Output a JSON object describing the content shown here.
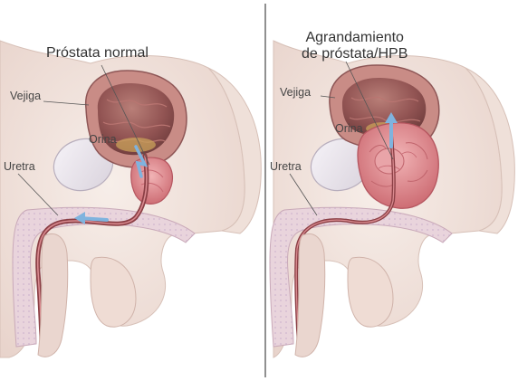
{
  "panels": {
    "left": {
      "title": "Próstata normal",
      "labels": {
        "bladder": "Vejiga",
        "urine": "Orina",
        "urethra": "Uretra"
      }
    },
    "right": {
      "title_line1": "Agrandamiento",
      "title_line2": "de próstata/HPB",
      "labels": {
        "bladder": "Vejiga",
        "urine": "Orina",
        "urethra": "Uretra"
      }
    }
  },
  "colors": {
    "background": "#ffffff",
    "skin": "#f1e3dc",
    "bladder_wall": "#a56a69",
    "bladder_lumen": "#7a4442",
    "prostate": "#d9878c",
    "bone": "#e8dfe6",
    "flow_arrow": "#7fb3de",
    "divider": "#555555"
  }
}
